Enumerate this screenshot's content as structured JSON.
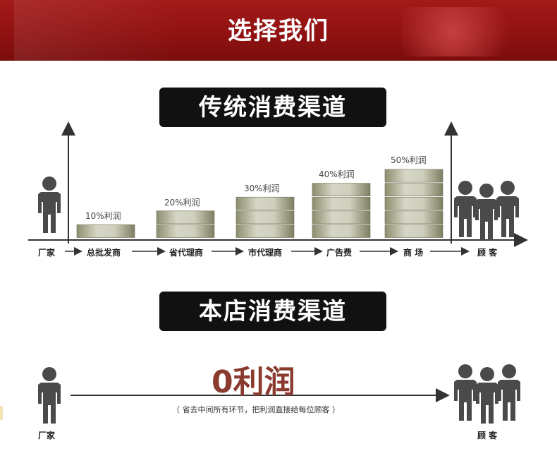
{
  "banner": {
    "title": "选择我们"
  },
  "traditional": {
    "title": "传统消费渠道",
    "chain": [
      "厂家",
      "总批发商",
      "省代理商",
      "市代理商",
      "广告费",
      "商 场",
      "顾 客"
    ],
    "profits": [
      {
        "label": "10%利润",
        "value": 10
      },
      {
        "label": "20%利润",
        "value": 20
      },
      {
        "label": "30%利润",
        "value": 30
      },
      {
        "label": "40%利润",
        "value": 40
      },
      {
        "label": "50%利润",
        "value": 50
      }
    ]
  },
  "store": {
    "title": "本店消费渠道",
    "from": "厂家",
    "to": "顾 客",
    "profit": "0利润",
    "note": "（ 省去中间所有环节，把利润直接给每位顾客 ）"
  },
  "colors": {
    "banner": "#8f1111",
    "pill": "#111111",
    "profit": "#8a3a2e",
    "person": "#4a4a4a"
  }
}
